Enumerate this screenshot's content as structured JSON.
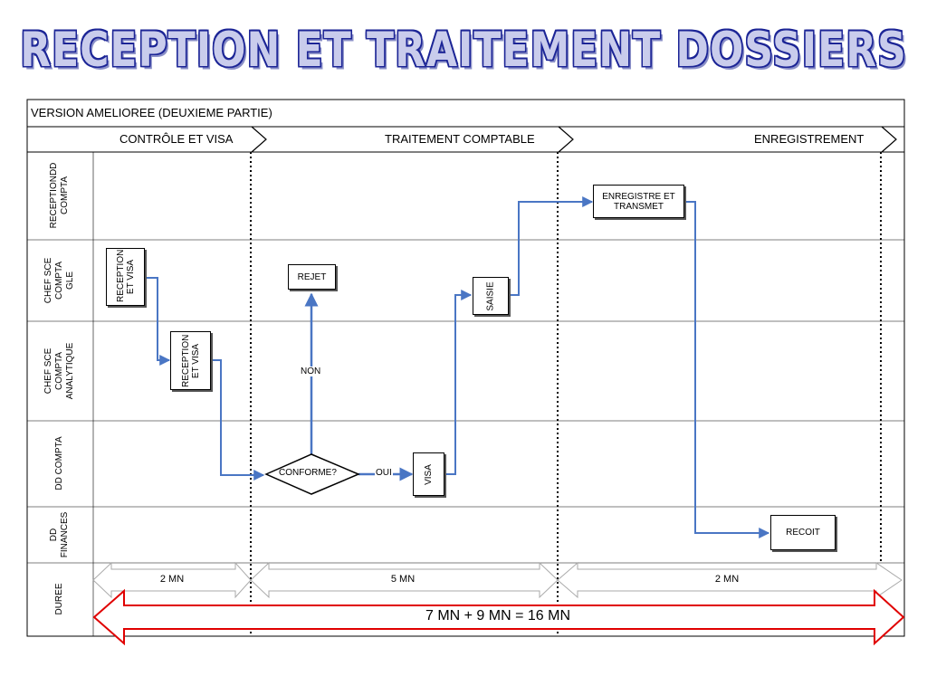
{
  "title": "RECEPTION ET TRAITEMENT DOSSIERS",
  "version_label": "VERSION AMELIOREE (DEUXIEME PARTIE)",
  "phases": [
    "CONTRÔLE ET VISA",
    "TRAITEMENT COMPTABLE",
    "ENREGISTREMENT"
  ],
  "lanes": [
    {
      "name": "RECEPTIONDD COMPTA"
    },
    {
      "name": "CHEF SCE COMPTA GLE"
    },
    {
      "name": "CHEF SCE COMPTA ANALYTIQUE"
    },
    {
      "name": "DD COMPTA"
    },
    {
      "name": "DD FINANCES"
    },
    {
      "name": "DUREE"
    }
  ],
  "nodes": {
    "reception_visa_1": "RECEPTION ET VISA",
    "reception_visa_2": "RECEPTION ET VISA",
    "conforme": "CONFORME?",
    "rejet": "REJET",
    "visa": "VISA",
    "saisie": "SAISIE",
    "enregistre": "ENREGISTRE ET TRANSMET",
    "recoit": "RECOIT"
  },
  "edge_labels": {
    "non": "NON",
    "oui": "OUI"
  },
  "durations": [
    "2 MN",
    "5 MN",
    "2 MN"
  ],
  "total": "7 MN + 9 MN = 16 MN",
  "colors": {
    "flow": "#4a76c4",
    "total_arrow": "#e00000",
    "title_fill": "#c9ccec",
    "title_outline": "#1c2596"
  }
}
